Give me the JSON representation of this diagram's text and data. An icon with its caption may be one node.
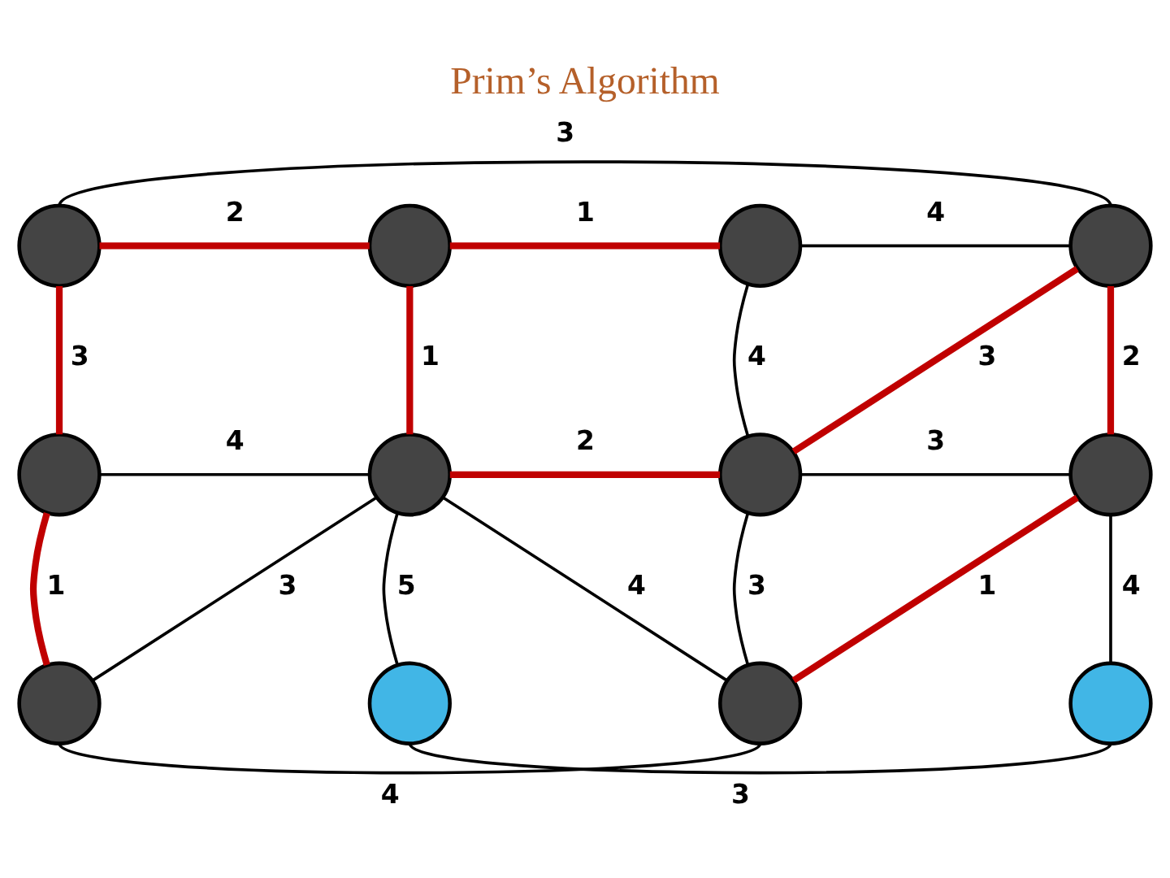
{
  "diagram": {
    "title": "Prim’s Algorithm",
    "nodes": [
      {
        "text": [],
        "shape": "circle"
      },
      {
        "text": [],
        "shape": "circle"
      },
      {
        "text": [],
        "shape": "circle"
      },
      {
        "text": [],
        "shape": "circle"
      },
      {
        "text": [],
        "shape": "circle"
      },
      {
        "text": [],
        "shape": "circle"
      },
      {
        "text": [],
        "shape": "circle"
      },
      {
        "text": [],
        "shape": "circle"
      },
      {
        "text": [],
        "shape": "circle"
      },
      {
        "text": [],
        "shape": "circle"
      },
      {
        "text": [],
        "shape": "circle"
      },
      {
        "text": [],
        "shape": "circle"
      }
    ],
    "edges": [
      {
        "from": 0,
        "to": 3,
        "arrow": "none",
        "label": "3"
      },
      {
        "from": 0,
        "to": 1,
        "arrow": "none",
        "label": "2",
        "style": "thick",
        "color": "#c00000"
      },
      {
        "from": 1,
        "to": 2,
        "arrow": "none",
        "label": "1",
        "style": "thick",
        "color": "#c00000"
      },
      {
        "from": 2,
        "to": 3,
        "arrow": "none",
        "label": "4"
      },
      {
        "from": 0,
        "to": 4,
        "arrow": "none",
        "label": "3",
        "style": "thick",
        "color": "#c00000"
      },
      {
        "from": 1,
        "to": 5,
        "arrow": "none",
        "label": "1",
        "style": "thick",
        "color": "#c00000"
      },
      {
        "from": 2,
        "to": 6,
        "arrow": "none",
        "label": "4"
      },
      {
        "from": 3,
        "to": 6,
        "arrow": "none",
        "label": "3",
        "style": "thick",
        "color": "#c00000"
      },
      {
        "from": 3,
        "to": 7,
        "arrow": "none",
        "label": "2",
        "style": "thick",
        "color": "#c00000"
      },
      {
        "from": 4,
        "to": 5,
        "arrow": "none",
        "label": "4"
      },
      {
        "from": 5,
        "to": 6,
        "arrow": "none",
        "label": "2",
        "style": "thick",
        "color": "#c00000"
      },
      {
        "from": 6,
        "to": 7,
        "arrow": "none",
        "label": "3"
      },
      {
        "from": 4,
        "to": 8,
        "arrow": "none",
        "label": "1",
        "style": "thick",
        "color": "#c00000"
      },
      {
        "from": 5,
        "to": 8,
        "arrow": "none",
        "label": "3"
      },
      {
        "from": 5,
        "to": 9,
        "arrow": "none",
        "label": "5"
      },
      {
        "from": 5,
        "to": 10,
        "arrow": "none",
        "label": "4"
      },
      {
        "from": 6,
        "to": 10,
        "arrow": "none",
        "label": "3"
      },
      {
        "from": 7,
        "to": 10,
        "arrow": "none",
        "label": "1",
        "style": "thick",
        "color": "#c00000"
      },
      {
        "from": 7,
        "to": 11,
        "arrow": "none",
        "label": "4"
      },
      {
        "from": 8,
        "to": 10,
        "arrow": "none",
        "label": "4"
      },
      {
        "from": 9,
        "to": 11,
        "arrow": "none",
        "label": "3"
      }
    ]
  }
}
